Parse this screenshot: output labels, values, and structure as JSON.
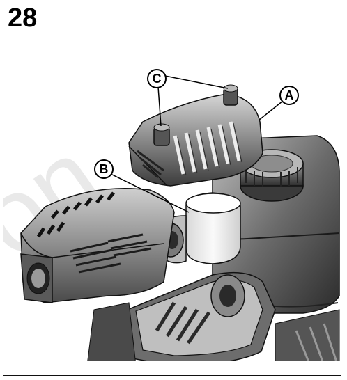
{
  "figure": {
    "number": "28"
  },
  "callouts": {
    "a": "A",
    "b": "B",
    "c": "C"
  },
  "watermark": {
    "text": "on"
  },
  "colors": {
    "metal_dark": "#3a3a3a",
    "metal_mid": "#8a8a8a",
    "metal_light": "#d9d9d9",
    "outline": "#111111",
    "filter_white": "#f2f2f2"
  }
}
